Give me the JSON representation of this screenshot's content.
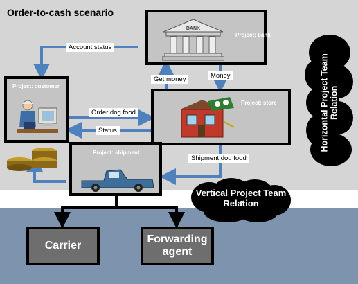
{
  "title": "Order-to-cash scenario",
  "projects": {
    "bank": "Project: bank",
    "customer": "Project: customer",
    "store": "Project: store",
    "shipment": "Project: shipment"
  },
  "bank_sign": "BANK",
  "flows": {
    "account_status": "Account status",
    "get_money": "Get money",
    "money": "Money",
    "order_dog_food": "Order dog food",
    "status": "Status",
    "shipment_dog_food": "Shipment dog food"
  },
  "relations": {
    "horizontal": "Horizontal Project Team Relation",
    "vertical": "Vertical Project Team Relation"
  },
  "actors": {
    "carrier": "Carrier",
    "forwarding_agent": "Forwarding agent"
  },
  "colors": {
    "panel": "#d5d5d5",
    "band": "#7e93ad",
    "flow_arrow": "#4f81bd",
    "actor_box": "#6e6e6e"
  }
}
